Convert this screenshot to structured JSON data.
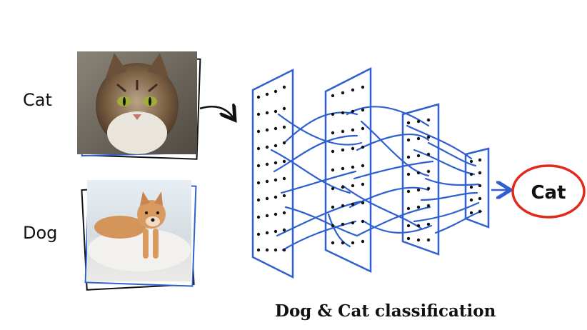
{
  "inputs": {
    "cat_label": "Cat",
    "dog_label": "Dog"
  },
  "output": {
    "label": "Cat"
  },
  "caption": "Dog & Cat classification",
  "colors": {
    "network": "#2f5fd0",
    "output_ring": "#e02a1c",
    "nodes": "#111111"
  },
  "icons": [
    "cat-photo",
    "dog-photo",
    "arrow-icon"
  ]
}
